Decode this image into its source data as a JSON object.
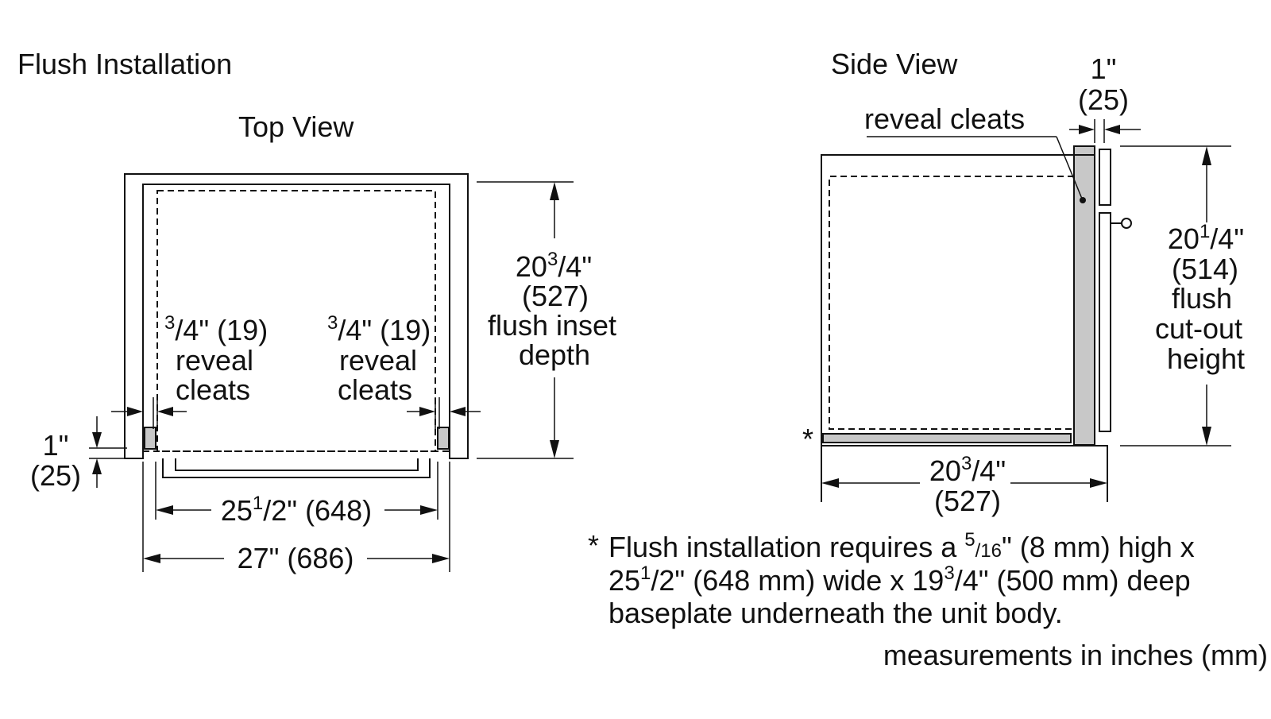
{
  "titles": {
    "section": "Flush Installation",
    "top_view": "Top View",
    "side_view": "Side View"
  },
  "top_view": {
    "depth": {
      "fraction_whole": "20",
      "fraction_num": "3",
      "fraction_tail": "/4\"",
      "metric": "(527)",
      "line1": "flush inset",
      "line2": "depth"
    },
    "left_cleat": {
      "fraction_num": "3",
      "fraction_tail": "/4\" (19)",
      "line1": "reveal",
      "line2": "cleats"
    },
    "right_cleat": {
      "fraction_num": "3",
      "fraction_tail": "/4\" (19)",
      "line1": "reveal",
      "line2": "cleats"
    },
    "inner_width": {
      "whole": "25",
      "num": "1",
      "tail": "/2\" (648)"
    },
    "outer_width": "27\" (686)",
    "reveal_height": {
      "imperial": "1\"",
      "metric": "(25)"
    }
  },
  "side_view": {
    "reveal_cleats": "reveal cleats",
    "gap": {
      "imperial": "1\"",
      "metric": "(25)"
    },
    "height": {
      "whole": "20",
      "num": "1",
      "tail": "/4\"",
      "metric": "(514)",
      "line1": "flush",
      "line2": "cut-out",
      "line3": "height"
    },
    "depth": {
      "whole": "20",
      "num": "3",
      "tail": "/4\"",
      "metric": "(527)"
    },
    "asterisk": "*"
  },
  "footnote": {
    "star": "*",
    "l1_a": "Flush installation requires a ",
    "l1_num": "5",
    "l1_den": "/16",
    "l1_b": "\" (8 mm) high x",
    "l2_whole": "25",
    "l2_num": "1",
    "l2_a": "/2\" (648 mm) wide x 19",
    "l2_num2": "3",
    "l2_b": "/4\" (500 mm) deep",
    "l3": "baseplate underneath the unit body."
  },
  "units_note": "measurements in inches (mm)"
}
